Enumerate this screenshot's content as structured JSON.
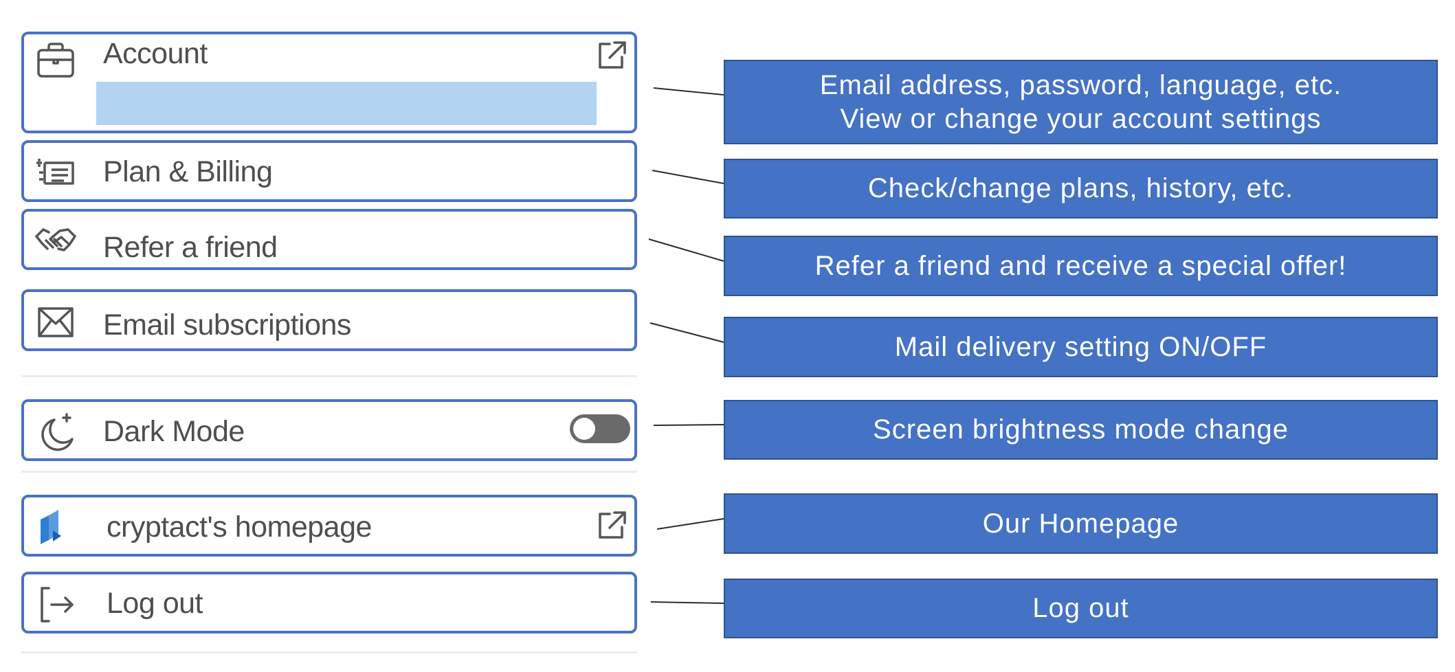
{
  "menu": {
    "account": "Account",
    "plan_billing": "Plan & Billing",
    "refer": "Refer a friend",
    "email_subscriptions": "Email subscriptions",
    "dark_mode": "Dark Mode",
    "homepage": "cryptact's homepage",
    "logout": "Log out"
  },
  "dark_mode_toggle": {
    "state": "off"
  },
  "callouts": {
    "account_line1": "Email address, password, language, etc.",
    "account_line2": "View or change your account settings",
    "plan_billing": "Check/change plans, history, etc.",
    "refer": "Refer a friend and receive a special offer!",
    "email_subscriptions": "Mail delivery setting ON/OFF",
    "dark_mode": "Screen brightness mode change",
    "homepage": "Our Homepage",
    "logout": "Log out"
  },
  "colors": {
    "callout_fill": "#4472c4",
    "box_border": "#4a72c4",
    "highlight": "#b3d3f2",
    "logo_blue": "#2f7fd4",
    "toggle_off": "#6a6a6a"
  }
}
